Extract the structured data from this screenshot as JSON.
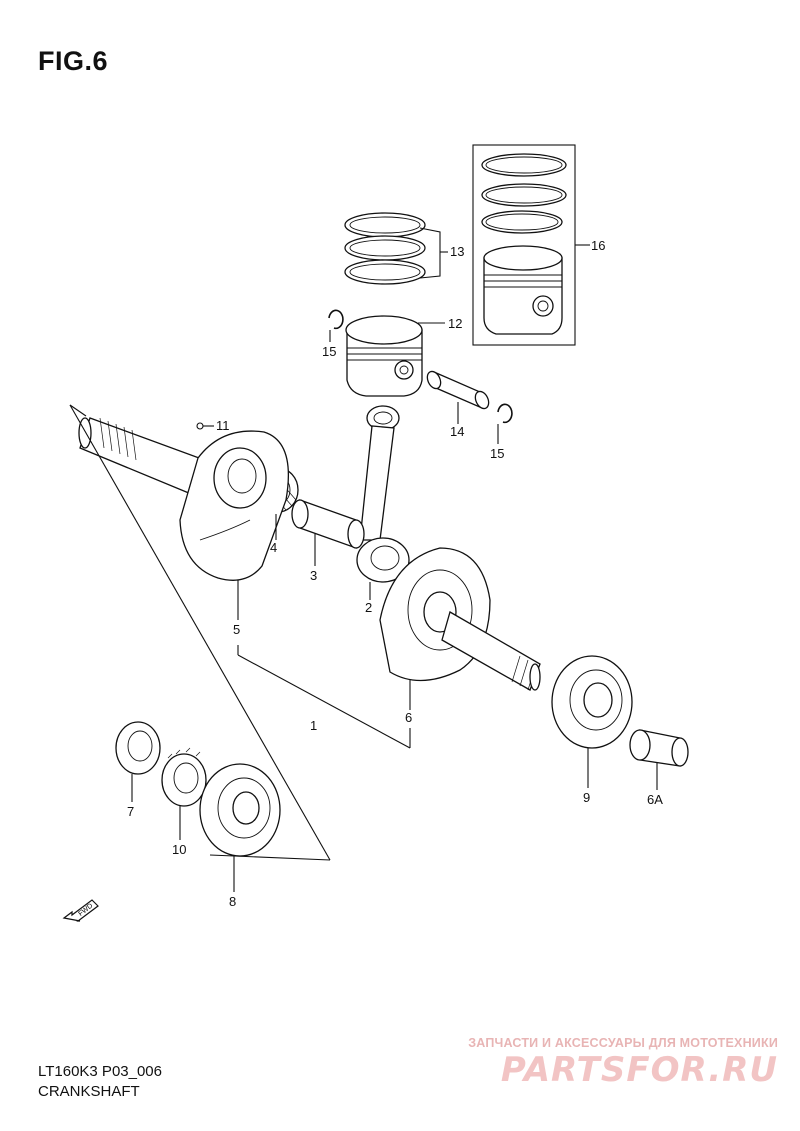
{
  "figure_label": "FIG.6",
  "model_code": "LT160K3 P03_006",
  "section_name": "CRANKSHAFT",
  "watermark": {
    "caption": "ЗАПЧАСТИ И АКСЕССУАРЫ ДЛЯ МОТОТЕХНИКИ",
    "logo": "PARTSFOR.RU",
    "color": "#f2c4c4"
  },
  "fwd_marker": "FWD",
  "callouts": [
    "1",
    "2",
    "3",
    "4",
    "5",
    "6",
    "6A",
    "7",
    "8",
    "9",
    "10",
    "11",
    "12",
    "13",
    "14",
    "15",
    "15",
    "16"
  ]
}
